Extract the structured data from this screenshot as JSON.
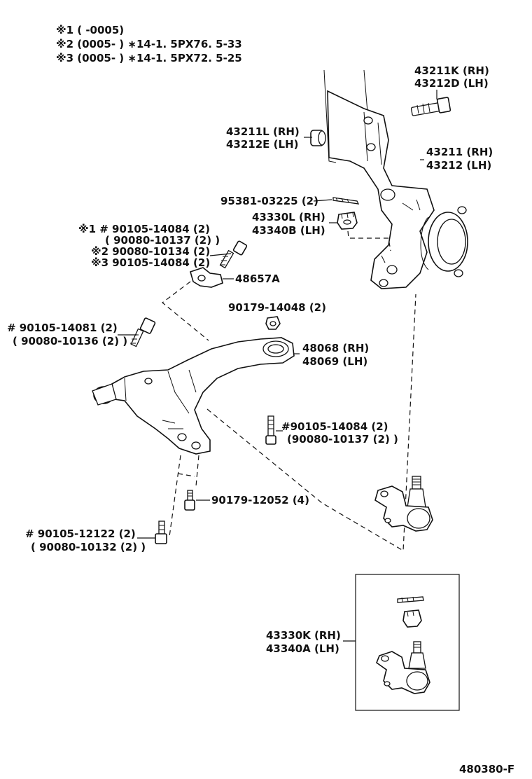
{
  "notes": [
    "※1 (      -0005)",
    "※2 (0005-      ) ∗14-1. 5PX76. 5-33",
    "※3 (0005-      ) ∗14-1. 5PX72. 5-25"
  ],
  "labels": {
    "p43211K": "43211K (RH)",
    "p43212D": "43212D (LH)",
    "p43211L": "43211L (RH)",
    "p43212E": "43212E (LH)",
    "p43211": "43211 (RH)",
    "p43212": "43212 (LH)",
    "p95381": "95381-03225 (2)",
    "p43330L": "43330L (RH)",
    "p43340B": "43340B (LH)",
    "b1a": "※1 # 90105-14084 (2)",
    "b1b": "( 90080-10137 (2) )",
    "b2": "※2  90080-10134 (2)",
    "b3": "※3  90105-14084 (2)",
    "p48657A": "48657A",
    "p90179_14048": "90179-14048 (2)",
    "p90105_14081": "# 90105-14081 (2)",
    "p90080_10136": "( 90080-10136 (2) )",
    "p48068": "48068 (RH)",
    "p48069": "48069 (LH)",
    "p90105_14084": "#90105-14084 (2)",
    "p90080_10137": "(90080-10137 (2) )",
    "p90179_12052": "90179-12052 (4)",
    "p90105_12122": "# 90105-12122 (2)",
    "p90080_10132": "( 90080-10132 (2) )",
    "p43330K": "43330K (RH)",
    "p43340A": "43340A (LH)",
    "figure_code": "480380-F"
  }
}
